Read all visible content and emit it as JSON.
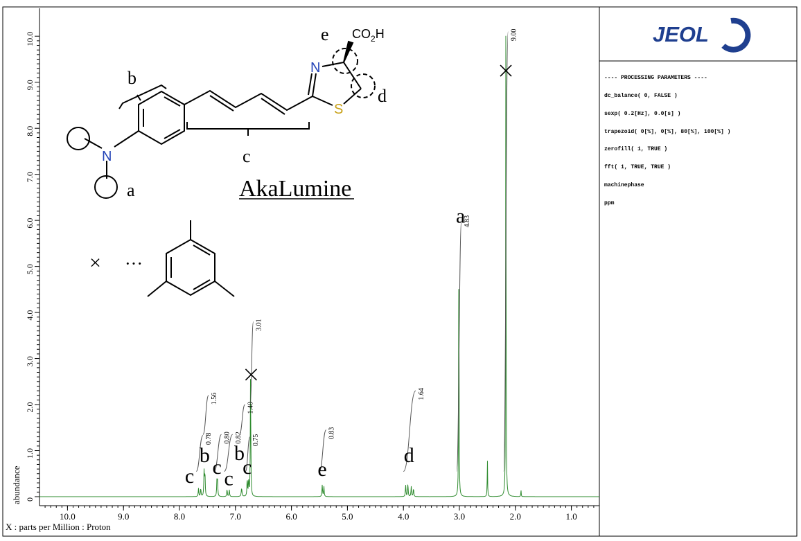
{
  "brand": {
    "logo_text": "JEOL",
    "logo_color": "#1f3f8f"
  },
  "processing": {
    "header": "---- PROCESSING PARAMETERS ----",
    "lines": [
      "dc_balance( 0, FALSE )",
      "sexp( 0.2[Hz], 0.0[s] )",
      "trapezoid( 0[%], 0[%], 80[%], 100[%] )",
      "zerofill( 1, TRUE )",
      "fft( 1, TRUE, TRUE )",
      "machinephase",
      "ppm"
    ]
  },
  "molecule": {
    "name": "AkaLumine",
    "group_labels": {
      "a": "a",
      "b": "b",
      "c": "c",
      "d": "d",
      "e": "e"
    },
    "atoms": {
      "N_amine": "N",
      "N_ring": "N",
      "S": "S",
      "acid_prefix": "CO",
      "acid_sub": "2",
      "acid_suffix": "H"
    },
    "marker_symbol": "×",
    "ellipsis": "···",
    "atom_colors": {
      "N": "#2545b8",
      "S": "#c8a016"
    }
  },
  "chart_data": {
    "type": "line",
    "xlabel": "X : parts per Million : Proton",
    "ylabel": "abundance",
    "xlim": [
      10.5,
      0.5
    ],
    "x_reversed": true,
    "ylim": [
      -0.15,
      10.5
    ],
    "x_ticks": [
      10.0,
      9.0,
      8.0,
      7.0,
      6.0,
      5.0,
      4.0,
      3.0,
      2.0,
      1.0
    ],
    "x_tick_labels": [
      "10.0",
      "9.0",
      "8.0",
      "7.0",
      "6.0",
      "5.0",
      "4.0",
      "3.0",
      "2.0",
      "1.0"
    ],
    "y_ticks": [
      0,
      1,
      2,
      3,
      4,
      5,
      6,
      7,
      8,
      9,
      10
    ],
    "y_tick_labels": [
      "0",
      "1.0",
      "2.0",
      "3.0",
      "4.0",
      "5.0",
      "6.0",
      "7.0",
      "8.0",
      "9.0",
      "10.0"
    ],
    "grid": false,
    "line_color": "#2e8b2e",
    "peaks": [
      {
        "ppm": 7.66,
        "height": 0.18,
        "width": 0.006
      },
      {
        "ppm": 7.62,
        "height": 0.18,
        "width": 0.006
      },
      {
        "ppm": 7.56,
        "height": 0.55,
        "width": 0.006
      },
      {
        "ppm": 7.545,
        "height": 0.5,
        "width": 0.006
      },
      {
        "ppm": 7.33,
        "height": 0.35,
        "width": 0.006
      },
      {
        "ppm": 7.32,
        "height": 0.3,
        "width": 0.006
      },
      {
        "ppm": 7.15,
        "height": 0.16,
        "width": 0.006
      },
      {
        "ppm": 7.11,
        "height": 0.15,
        "width": 0.006
      },
      {
        "ppm": 6.89,
        "height": 0.18,
        "width": 0.008
      },
      {
        "ppm": 6.79,
        "height": 0.38,
        "width": 0.006
      },
      {
        "ppm": 6.765,
        "height": 0.35,
        "width": 0.006
      },
      {
        "ppm": 6.73,
        "height": 2.75,
        "width": 0.005
      },
      {
        "ppm": 5.45,
        "height": 0.25,
        "width": 0.006
      },
      {
        "ppm": 5.42,
        "height": 0.22,
        "width": 0.006
      },
      {
        "ppm": 3.96,
        "height": 0.25,
        "width": 0.006
      },
      {
        "ppm": 3.92,
        "height": 0.28,
        "width": 0.006
      },
      {
        "ppm": 3.86,
        "height": 0.22,
        "width": 0.006
      },
      {
        "ppm": 3.82,
        "height": 0.18,
        "width": 0.006
      },
      {
        "ppm": 3.01,
        "height": 6.1,
        "width": 0.004
      },
      {
        "ppm": 2.5,
        "height": 0.85,
        "width": 0.004
      },
      {
        "ppm": 2.17,
        "height": 10.4,
        "width": 0.004
      },
      {
        "ppm": 1.9,
        "height": 0.15,
        "width": 0.004
      }
    ],
    "integrals": [
      {
        "from": 7.7,
        "to": 7.58,
        "base": 0.55,
        "end": 1.33,
        "label": "0.78"
      },
      {
        "from": 7.58,
        "to": 7.48,
        "base": 1.35,
        "end": 2.2,
        "label": "1.56"
      },
      {
        "from": 7.38,
        "to": 7.25,
        "base": 0.55,
        "end": 1.35,
        "label": "0.80"
      },
      {
        "from": 7.2,
        "to": 7.05,
        "base": 0.55,
        "end": 1.35,
        "label": "0.82"
      },
      {
        "from": 6.93,
        "to": 6.83,
        "base": 1.35,
        "end": 2.0,
        "label": "1.40"
      },
      {
        "from": 6.82,
        "to": 6.74,
        "base": 0.55,
        "end": 1.3,
        "label": "0.75"
      },
      {
        "from": 6.74,
        "to": 6.68,
        "base": 2.0,
        "end": 3.8,
        "label": "3.01"
      },
      {
        "from": 5.5,
        "to": 5.38,
        "base": 0.55,
        "end": 1.45,
        "label": "0.83"
      },
      {
        "from": 4.0,
        "to": 3.78,
        "base": 0.55,
        "end": 2.3,
        "label": "1.64"
      },
      {
        "from": 3.05,
        "to": 2.96,
        "base": 0.55,
        "end": 6.05,
        "label": "4.83"
      },
      {
        "from": 2.21,
        "to": 2.13,
        "base": 0.55,
        "end": 10.1,
        "label": "9.00"
      }
    ],
    "annotations": [
      {
        "text": "c",
        "ppm": 7.82,
        "y": 0.3
      },
      {
        "text": "b",
        "ppm": 7.55,
        "y": 0.75
      },
      {
        "text": "c",
        "ppm": 7.33,
        "y": 0.5
      },
      {
        "text": "c",
        "ppm": 7.12,
        "y": 0.25
      },
      {
        "text": "b",
        "ppm": 6.93,
        "y": 0.8
      },
      {
        "text": "c",
        "ppm": 6.79,
        "y": 0.5
      },
      {
        "text": "e",
        "ppm": 5.45,
        "y": 0.45
      },
      {
        "text": "d",
        "ppm": 3.9,
        "y": 0.75
      },
      {
        "text": "a",
        "ppm": 2.98,
        "y": 5.95
      }
    ],
    "impurity_markers": [
      {
        "ppm": 6.72,
        "y": 2.65
      },
      {
        "ppm": 2.17,
        "y": 9.25
      }
    ]
  }
}
